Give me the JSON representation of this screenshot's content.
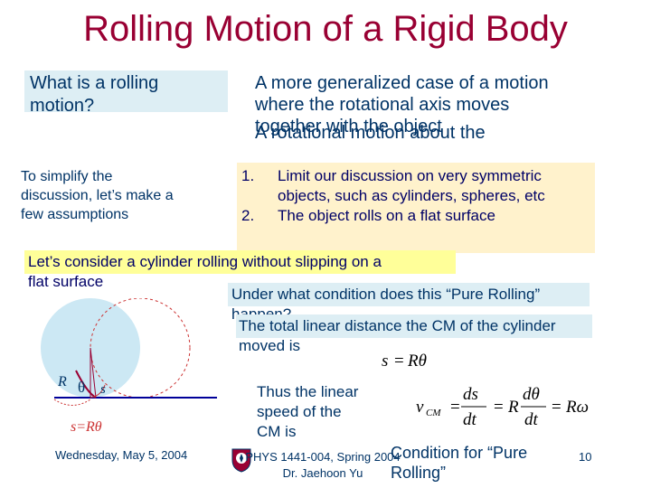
{
  "slide": {
    "title": "Rolling Motion of a Rigid Body",
    "question": "What is a rolling\nmotion?",
    "generalized": "A more generalized case of a motion\nwhere the rotational axis moves\ntogether with the object",
    "rotational": "A rotational motion about the",
    "simplify": "To simplify the\ndiscussion, let’s make a\nfew assumptions",
    "assumptions": [
      {
        "num": "1.",
        "text": "Limit our discussion on very symmetric objects, such as cylinders, spheres, etc"
      },
      {
        "num": "2.",
        "text": "The object rolls on a flat surface"
      }
    ],
    "cylinder_statement": "Let’s consider a cylinder rolling without slipping on a\nflat surface",
    "condition_question": "Under what condition does this “Pure Rolling”\nhappen?",
    "linear_distance": "The total linear distance the CM of the cylinder\nmoved is",
    "linear_speed": "Thus the linear\nspeed of the\nCM is",
    "pure_rolling": "Condition for “Pure\nRolling”",
    "footer": {
      "date": "Wednesday, May 5, 2004",
      "course": "PHYS 1441-004, Spring 2004\nDr. Jaehoon Yu",
      "page": "10"
    },
    "diagram": {
      "label_R": "R",
      "label_theta": "θ",
      "label_s": "s",
      "label_arc": "s=Rθ"
    },
    "equations": {
      "eq1_s": "s",
      "eq1_eq": "=",
      "eq1_rhs": "Rθ",
      "eq2_v": "v",
      "eq2_sub": "CM",
      "eq2_ds": "ds",
      "eq2_dt1": "dt",
      "eq2_R": "R",
      "eq2_dtheta": "dθ",
      "eq2_dt2": "dt",
      "eq2_Romega": "Rω",
      "eq_sign": "="
    },
    "colors": {
      "title": "#990033",
      "text": "#003366",
      "light_blue_box": "#ddeef4",
      "yellow_box": "#ffff99",
      "cream_box": "#fff2cc",
      "circle_fill": "#cce8f4",
      "dashed_circle": "#cc3333",
      "arc": "#990033"
    },
    "icons": {
      "logo": "university-seal-icon"
    }
  }
}
